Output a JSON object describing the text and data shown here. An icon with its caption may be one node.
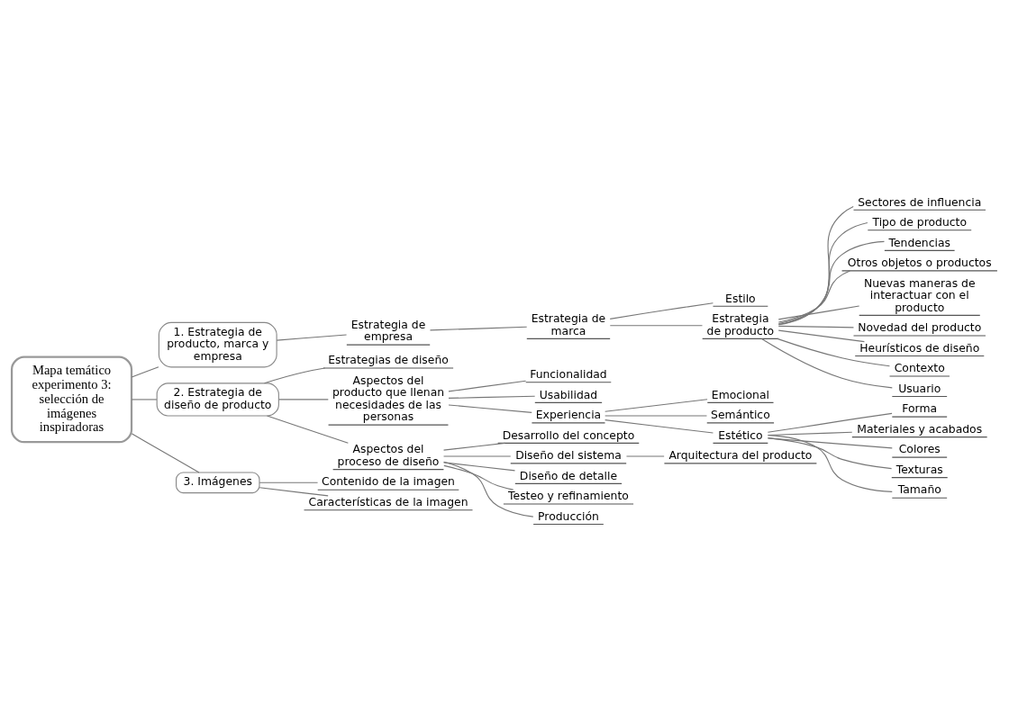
{
  "diagram": {
    "nodes": [
      {
        "text": [
          "Mapa temático experimento 3: selección de imágenes inspiradoras"
        ]
      },
      {
        "text": [
          "1. Estrategia de producto, marca y empresa"
        ]
      },
      {
        "text": [
          "Estrategia de empresa"
        ]
      },
      {
        "text": [
          "Estrategia de marca"
        ]
      },
      {
        "text": [
          "Estilo"
        ]
      },
      {
        "text": [
          "Estrategia de producto"
        ]
      },
      {
        "text": [
          "Sectores de influencia"
        ]
      },
      {
        "text": [
          "Tipo de producto"
        ]
      },
      {
        "text": [
          "Tendencias"
        ]
      },
      {
        "text": [
          "Otros objetos o productos"
        ]
      },
      {
        "text": [
          "Nuevas maneras de interactuar con el producto"
        ]
      },
      {
        "text": [
          "Novedad del producto"
        ]
      },
      {
        "text": [
          "Heurísticos de diseño"
        ]
      },
      {
        "text": [
          "Contexto"
        ]
      },
      {
        "text": [
          "Usuario"
        ]
      },
      {
        "text": [
          "2. Estrategia de diseño de producto"
        ]
      },
      {
        "text": [
          "Estrategias de diseño"
        ]
      },
      {
        "text": [
          "Aspectos del producto que llenan necesidades de las personas"
        ]
      },
      {
        "text": [
          "Funcionalidad"
        ]
      },
      {
        "text": [
          "Usabilidad"
        ]
      },
      {
        "text": [
          "Experiencia"
        ]
      },
      {
        "text": [
          "Emocional"
        ]
      },
      {
        "text": [
          "Semántico"
        ]
      },
      {
        "text": [
          "Estético"
        ]
      },
      {
        "text": [
          "Forma"
        ]
      },
      {
        "text": [
          "Materiales y acabados"
        ]
      },
      {
        "text": [
          "Colores"
        ]
      },
      {
        "text": [
          "Texturas"
        ]
      },
      {
        "text": [
          "Tamaño"
        ]
      },
      {
        "text": [
          "Aspectos del proceso de diseño"
        ]
      },
      {
        "text": [
          "Desarrollo del concepto"
        ]
      },
      {
        "text": [
          "Diseño del sistema"
        ]
      },
      {
        "text": [
          "Arquitectura del producto"
        ]
      },
      {
        "text": [
          "Diseño de detalle"
        ]
      },
      {
        "text": [
          "Testeo y refinamiento"
        ]
      },
      {
        "text": [
          "Producción"
        ]
      },
      {
        "text": [
          "3. Imágenes"
        ]
      },
      {
        "text": [
          "Contenido de la imagen"
        ]
      },
      {
        "text": [
          "Características de la imagen"
        ]
      }
    ],
    "edges": [
      {
        "from": 0,
        "to": 1,
        "arrow": "none"
      },
      {
        "from": 1,
        "to": 2,
        "arrow": "none"
      },
      {
        "from": 2,
        "to": 3,
        "arrow": "none"
      },
      {
        "from": 3,
        "to": 4,
        "arrow": "none"
      },
      {
        "from": 3,
        "to": 5,
        "arrow": "none"
      },
      {
        "from": 5,
        "to": 6,
        "arrow": "none"
      },
      {
        "from": 5,
        "to": 7,
        "arrow": "none"
      },
      {
        "from": 5,
        "to": 8,
        "arrow": "none"
      },
      {
        "from": 5,
        "to": 9,
        "arrow": "none"
      },
      {
        "from": 5,
        "to": 10,
        "arrow": "none"
      },
      {
        "from": 5,
        "to": 11,
        "arrow": "none"
      },
      {
        "from": 5,
        "to": 12,
        "arrow": "none"
      },
      {
        "from": 5,
        "to": 13,
        "arrow": "none"
      },
      {
        "from": 5,
        "to": 14,
        "arrow": "none"
      },
      {
        "from": 0,
        "to": 15,
        "arrow": "none"
      },
      {
        "from": 15,
        "to": 16,
        "arrow": "none"
      },
      {
        "from": 15,
        "to": 17,
        "arrow": "none"
      },
      {
        "from": 17,
        "to": 18,
        "arrow": "none"
      },
      {
        "from": 17,
        "to": 19,
        "arrow": "none"
      },
      {
        "from": 17,
        "to": 20,
        "arrow": "none"
      },
      {
        "from": 20,
        "to": 21,
        "arrow": "none"
      },
      {
        "from": 20,
        "to": 22,
        "arrow": "none"
      },
      {
        "from": 20,
        "to": 23,
        "arrow": "none"
      },
      {
        "from": 23,
        "to": 24,
        "arrow": "none"
      },
      {
        "from": 23,
        "to": 25,
        "arrow": "none"
      },
      {
        "from": 23,
        "to": 26,
        "arrow": "none"
      },
      {
        "from": 23,
        "to": 27,
        "arrow": "none"
      },
      {
        "from": 23,
        "to": 28,
        "arrow": "none"
      },
      {
        "from": 15,
        "to": 29,
        "arrow": "none"
      },
      {
        "from": 29,
        "to": 30,
        "arrow": "none"
      },
      {
        "from": 29,
        "to": 31,
        "arrow": "none"
      },
      {
        "from": 31,
        "to": 32,
        "arrow": "none"
      },
      {
        "from": 29,
        "to": 33,
        "arrow": "none"
      },
      {
        "from": 29,
        "to": 34,
        "arrow": "none"
      },
      {
        "from": 29,
        "to": 35,
        "arrow": "none"
      },
      {
        "from": 0,
        "to": 36,
        "arrow": "none"
      },
      {
        "from": 36,
        "to": 37,
        "arrow": "none"
      },
      {
        "from": 36,
        "to": 38,
        "arrow": "none"
      }
    ]
  }
}
